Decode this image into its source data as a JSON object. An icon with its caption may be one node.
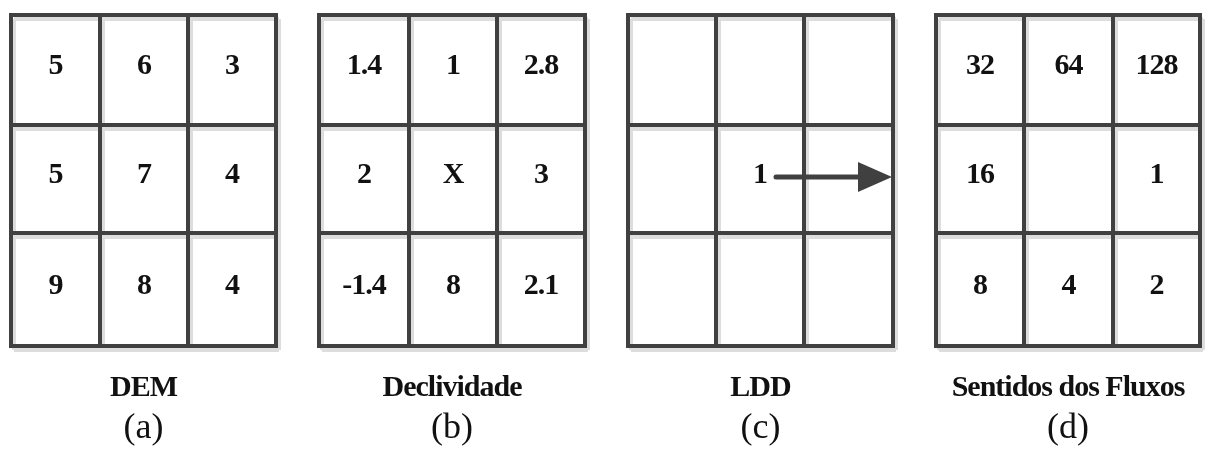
{
  "diagram": {
    "labels": [
      "5",
      "6",
      "3",
      "5",
      "7",
      "4",
      "9",
      "8",
      "4",
      "DEM",
      "(a)",
      "1.4",
      "1",
      "2.8",
      "2",
      "X",
      "3",
      "-1.4",
      "8",
      "2.1",
      "Declividade",
      "(b)",
      "1",
      "LDD",
      "(c)",
      "32",
      "64",
      "128",
      "16",
      "1",
      "8",
      "4",
      "2",
      "Sentidos dos Fluxos",
      "(d)"
    ]
  }
}
